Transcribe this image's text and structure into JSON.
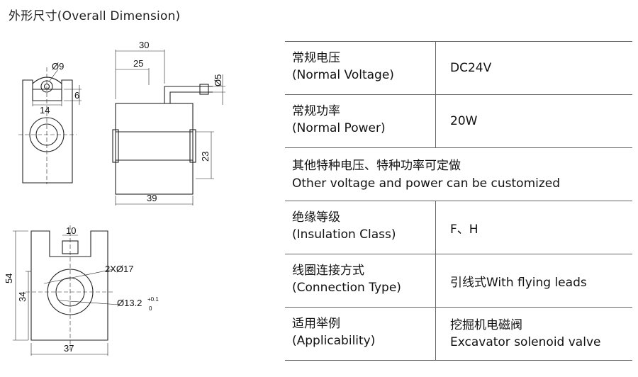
{
  "page": {
    "title": "外形尺寸(Overall Dimension)"
  },
  "drawing": {
    "dims": {
      "d30": "30",
      "d25": "25",
      "phi5": "Ø5",
      "phi9": "Ø9",
      "d6": "6",
      "d14": "14",
      "d23": "23",
      "d39": "39",
      "d10": "10",
      "d54": "54",
      "d34": "34",
      "d37": "37",
      "phi17": "2XØ17",
      "phi13": "Ø13.2",
      "tol_plus": "+0.1",
      "tol_zero": "0"
    }
  },
  "specs": {
    "voltage_label_cn": "常规电压",
    "voltage_label_en": "(Normal Voltage)",
    "voltage_value": "DC24V",
    "power_label_cn": "常规功率",
    "power_label_en": "(Normal Power)",
    "power_value": "20W",
    "custom_cn": "其他特种电压、特种功率可定做",
    "custom_en": "Other voltage and power can be customized",
    "insulation_label_cn": "绝缘等级",
    "insulation_label_en": "(Insulation Class)",
    "insulation_value": "F、H",
    "connection_label_cn": "线圈连接方式",
    "connection_label_en": "(Connection Type)",
    "connection_value": "引线式With flying leads",
    "applicability_label_cn": "适用举例",
    "applicability_label_en": "(Applicability)",
    "applicability_value_cn": "挖掘机电磁阀",
    "applicability_value_en": "Excavator solenoid valve"
  }
}
